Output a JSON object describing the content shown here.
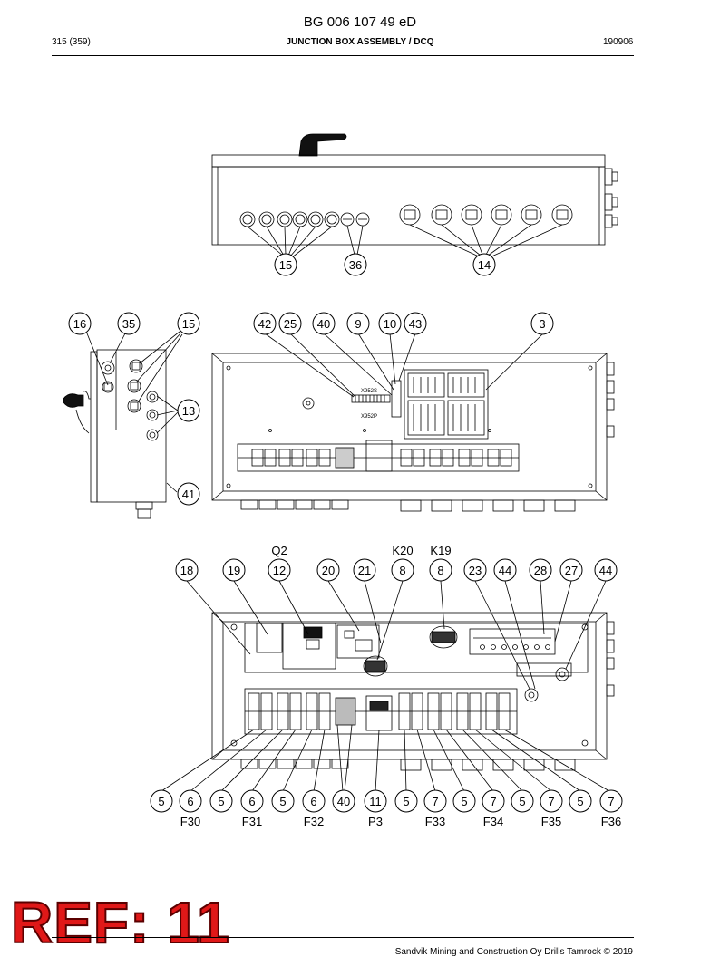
{
  "header": {
    "doc_number": "BG 006 107 49 eD",
    "page": "315 (359)",
    "title": "JUNCTION BOX ASSEMBLY / DCQ",
    "date": "190906"
  },
  "view_top": {
    "callouts": [
      "15",
      "36",
      "14"
    ]
  },
  "view_middle": {
    "callouts_left": [
      "16",
      "35",
      "15",
      "13",
      "41"
    ],
    "callouts_top": [
      "42",
      "25",
      "40",
      "9",
      "10",
      "43",
      "3"
    ],
    "connector_labels": [
      "X952S",
      "X952P"
    ]
  },
  "view_bottom": {
    "designators_top": [
      "Q2",
      "K20",
      "K19"
    ],
    "callouts_top": [
      "18",
      "19",
      "12",
      "20",
      "21",
      "8",
      "8",
      "23",
      "44",
      "28",
      "27",
      "44"
    ],
    "callouts_bottom": [
      "5",
      "6",
      "5",
      "6",
      "5",
      "6",
      "40",
      "11",
      "5",
      "7",
      "5",
      "7",
      "5",
      "7",
      "5",
      "7"
    ],
    "designators_bottom": [
      "F30",
      "F31",
      "F32",
      "P3",
      "F33",
      "F34",
      "F35",
      "F36"
    ]
  },
  "stamp": {
    "text": "REF: 11"
  },
  "footer": {
    "text": "Sandvik Mining and Construction Oy Drills Tamrock © 2019"
  }
}
